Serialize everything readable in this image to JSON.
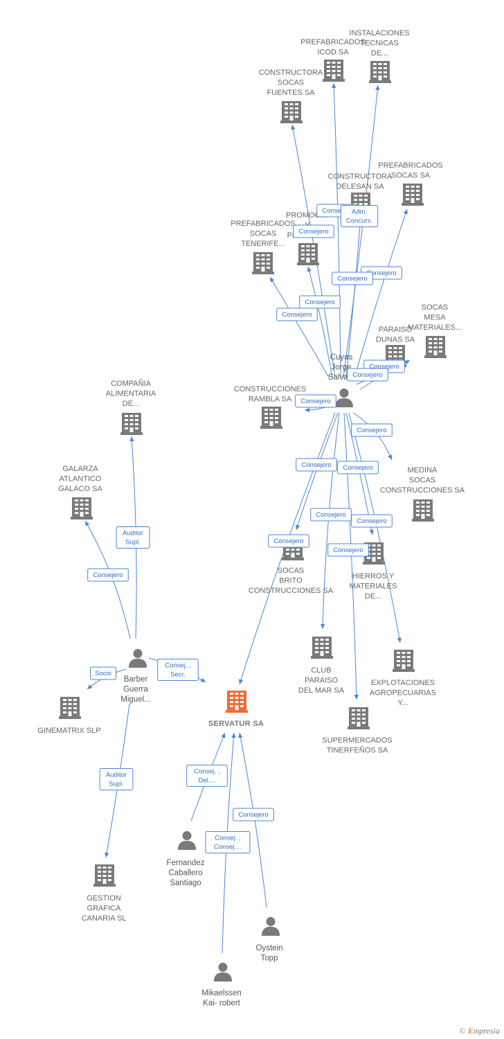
{
  "colors": {
    "edge": "#4a86d4",
    "building": "#7a7a7a",
    "building_main": "#f26a35",
    "person": "#7a7a7a"
  },
  "footer": {
    "copyright": "©",
    "brand_initial": "E",
    "brand_rest": "mpresia"
  },
  "companies": [
    {
      "id": "servatur",
      "lines": [
        "SERVATUR SA"
      ],
      "main": true
    },
    {
      "id": "prefabricados_icod",
      "lines": [
        "PREFABRICADOS",
        "ICOD SA"
      ]
    },
    {
      "id": "instalaciones",
      "lines": [
        "INSTALACIONES",
        "TECNICAS",
        "DE..."
      ]
    },
    {
      "id": "constructora_socas",
      "lines": [
        "CONSTRUCTORA",
        "SOCAS",
        "FUENTES SA"
      ]
    },
    {
      "id": "constructora_delesan",
      "lines": [
        "CONSTRUCTORA",
        "DELESAN SA"
      ]
    },
    {
      "id": "prefabricados_socas",
      "lines": [
        "PREFABRICADOS",
        "SOCAS SA"
      ]
    },
    {
      "id": "promociones",
      "lines": [
        "PROMOCI...",
        "Y",
        "PLANI... SA"
      ]
    },
    {
      "id": "prefabricados_tenerife",
      "lines": [
        "PREFABRICADOS",
        "SOCAS",
        "TENERIFE..."
      ]
    },
    {
      "id": "socas_mesa",
      "lines": [
        "SOCAS",
        "MESA",
        "MATERIALES..."
      ]
    },
    {
      "id": "paraiso_dunas",
      "lines": [
        "PARAISO",
        "DUNAS SA"
      ]
    },
    {
      "id": "construcciones_rambla",
      "lines": [
        "CONSTRUCCIONES",
        "RAMBLA SA"
      ]
    },
    {
      "id": "medina",
      "lines": [
        "MEDINA",
        "SOCAS",
        "CONSTRUCCIONES SA"
      ]
    },
    {
      "id": "socas_brito",
      "lines": [
        "SOCAS",
        "BRITO",
        "CONSTRUCCIONES SA"
      ]
    },
    {
      "id": "hierros",
      "lines": [
        "HIERROS Y",
        "MATERIALES",
        "DE..."
      ]
    },
    {
      "id": "club_paraiso",
      "lines": [
        "CLUB",
        "PARAISO",
        "DEL MAR SA"
      ]
    },
    {
      "id": "explotaciones",
      "lines": [
        "EXPLOTACIONES",
        "AGROPECUARIAS",
        "Y..."
      ]
    },
    {
      "id": "supermercados",
      "lines": [
        "SUPERMERCADOS",
        "TINERFEÑOS SA"
      ]
    },
    {
      "id": "compania_alimentaria",
      "lines": [
        "COMPAÑIA",
        "ALIMENTARIA",
        "DE..."
      ]
    },
    {
      "id": "galarza",
      "lines": [
        "GALARZA",
        "ATLANTICO",
        "GALACO SA"
      ]
    },
    {
      "id": "ginematrix",
      "lines": [
        "GINEMATRIX SLP"
      ]
    },
    {
      "id": "gestion_grafica",
      "lines": [
        "GESTION",
        "GRAFICA",
        "CANARIA SL"
      ]
    }
  ],
  "people": [
    {
      "id": "cuyas",
      "lines": [
        "Cuyas",
        "Jorge",
        "Salva..."
      ]
    },
    {
      "id": "barber",
      "lines": [
        "Barber",
        "Guerra",
        "Miguel..."
      ]
    },
    {
      "id": "fernandez",
      "lines": [
        "Fernandez",
        "Caballero",
        "Santiago"
      ]
    },
    {
      "id": "oystein",
      "lines": [
        "Oystein",
        "Topp"
      ]
    },
    {
      "id": "mikaelssen",
      "lines": [
        "Mikaelssen",
        "Kai- robert"
      ]
    }
  ],
  "edge_labels": [
    {
      "id": "e_icod",
      "lines": [
        "Consejero"
      ]
    },
    {
      "id": "e_delesan",
      "lines": [
        "Adm.",
        "Concurs."
      ]
    },
    {
      "id": "e_promociones",
      "lines": [
        "Consejero"
      ]
    },
    {
      "id": "e_prefsocas",
      "lines": [
        "Consejero"
      ]
    },
    {
      "id": "e_instalaciones",
      "lines": [
        "Consejero"
      ]
    },
    {
      "id": "e_cfuentes",
      "lines": [
        "Consejero"
      ]
    },
    {
      "id": "e_tenerife",
      "lines": [
        "Consejero"
      ]
    },
    {
      "id": "e_socasmesa",
      "lines": [
        "Consejero"
      ]
    },
    {
      "id": "e_paraiso",
      "lines": [
        "Consejero"
      ]
    },
    {
      "id": "e_rambla",
      "lines": [
        "Consejero"
      ]
    },
    {
      "id": "e_medina",
      "lines": [
        "Consejero"
      ]
    },
    {
      "id": "e_socasbrito",
      "lines": [
        "Consejero"
      ]
    },
    {
      "id": "e_explot",
      "lines": [
        "Consejero"
      ]
    },
    {
      "id": "e_clubparaiso",
      "lines": [
        "Consejero"
      ]
    },
    {
      "id": "e_hierros",
      "lines": [
        "Consejero"
      ]
    },
    {
      "id": "e_servatur_c",
      "lines": [
        "Consejero"
      ]
    },
    {
      "id": "e_super",
      "lines": [
        "Consejero"
      ]
    },
    {
      "id": "e_compania",
      "lines": [
        "Auditor",
        "Supl."
      ]
    },
    {
      "id": "e_galarza",
      "lines": [
        "Consejero"
      ]
    },
    {
      "id": "e_servatur_b",
      "lines": [
        "Consej. ,",
        "Secr."
      ]
    },
    {
      "id": "e_ginematrix",
      "lines": [
        "Socio"
      ]
    },
    {
      "id": "e_gestion",
      "lines": [
        "Auditor",
        "Supl."
      ]
    },
    {
      "id": "e_fernandez",
      "lines": [
        "Consej. ,",
        "Del...."
      ]
    },
    {
      "id": "e_oystein",
      "lines": [
        "Consejero"
      ]
    },
    {
      "id": "e_mikaelssen",
      "lines": [
        "Consej. ,",
        "Consej...."
      ]
    }
  ]
}
